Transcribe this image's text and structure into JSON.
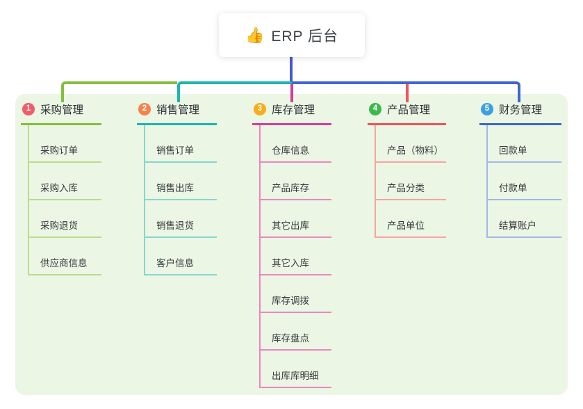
{
  "root": {
    "label": "ERP 后台",
    "emoji": "👍",
    "icon": "thumbs-up-icon"
  },
  "connector": {
    "root_color": "#4a58ce"
  },
  "canvas": {
    "background": "#ffffff",
    "panel_color": "#ebf6e4"
  },
  "branches": [
    {
      "index": "1",
      "label": "采购管理",
      "badge_color": "#f25b68",
      "line_color": "#84bf40",
      "child_line_color": "#b9dc8e",
      "children": [
        "采购订单",
        "采购入库",
        "采购退货",
        "供应商信息"
      ]
    },
    {
      "index": "2",
      "label": "销售管理",
      "badge_color": "#f6814c",
      "line_color": "#19b7af",
      "child_line_color": "#85d6cf",
      "children": [
        "销售订单",
        "销售出库",
        "销售退货",
        "客户信息"
      ]
    },
    {
      "index": "3",
      "label": "库存管理",
      "badge_color": "#f9ac18",
      "line_color": "#d43d9b",
      "child_line_color": "#ee85c0",
      "children": [
        "仓库信息",
        "产品库存",
        "其它出库",
        "其它入库",
        "库存调拨",
        "库存盘点",
        "出库库明细"
      ]
    },
    {
      "index": "4",
      "label": "产品管理",
      "badge_color": "#3bb94e",
      "line_color": "#f35458",
      "child_line_color": "#f9a2a4",
      "children": [
        "产品（物料）",
        "产品分类",
        "产品单位"
      ]
    },
    {
      "index": "5",
      "label": "财务管理",
      "badge_color": "#3da0e3",
      "line_color": "#3e65d3",
      "child_line_color": "#a4b7e8",
      "children": [
        "回款单",
        "付款单",
        "结算账户"
      ]
    }
  ]
}
